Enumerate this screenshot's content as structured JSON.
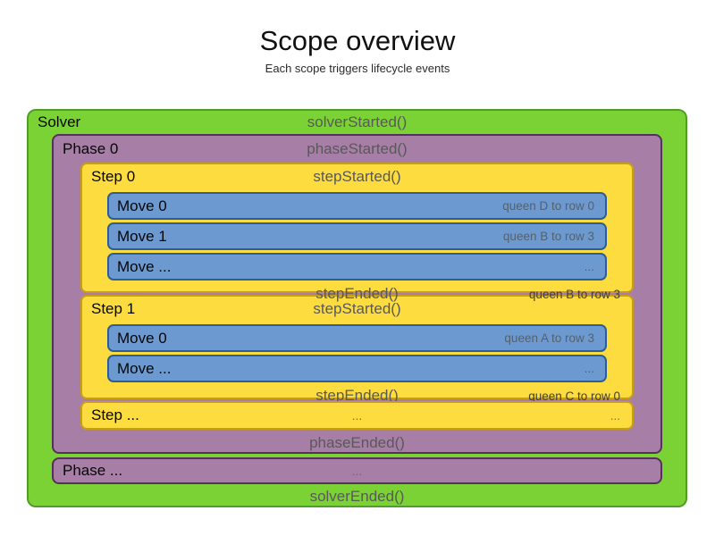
{
  "header": {
    "title": "Scope overview",
    "subtitle": "Each scope triggers lifecycle events"
  },
  "colors": {
    "solver_green": "#7bd235",
    "phase_purple": "#a67ea6",
    "step_yellow": "#fcdc3e",
    "move_blue": "#6c9ad0",
    "event_text_gray": "#595959"
  },
  "solver": {
    "label": "Solver",
    "started_event": "solverStarted()",
    "ended_event": "solverEnded()",
    "phase0": {
      "label": "Phase 0",
      "started_event": "phaseStarted()",
      "ended_event": "phaseEnded()",
      "steps": [
        {
          "label": "Step 0",
          "started_event": "stepStarted()",
          "ended_event": "stepEnded()",
          "ended_detail": "queen B to row 3",
          "moves": [
            {
              "label": "Move 0",
              "detail": "queen D to row 0"
            },
            {
              "label": "Move 1",
              "detail": "queen B to row 3"
            },
            {
              "label": "Move ...",
              "detail": "..."
            }
          ]
        },
        {
          "label": "Step 1",
          "started_event": "stepStarted()",
          "ended_event": "stepEnded()",
          "ended_detail": "queen C to row 0",
          "moves": [
            {
              "label": "Move 0",
              "detail": "queen A to row 3"
            },
            {
              "label": "Move ...",
              "detail": "..."
            }
          ]
        }
      ],
      "step_more": {
        "label": "Step ...",
        "center_dots": "...",
        "right_dots": "..."
      }
    },
    "phase_more": {
      "label": "Phase ...",
      "center_dots": "..."
    }
  }
}
